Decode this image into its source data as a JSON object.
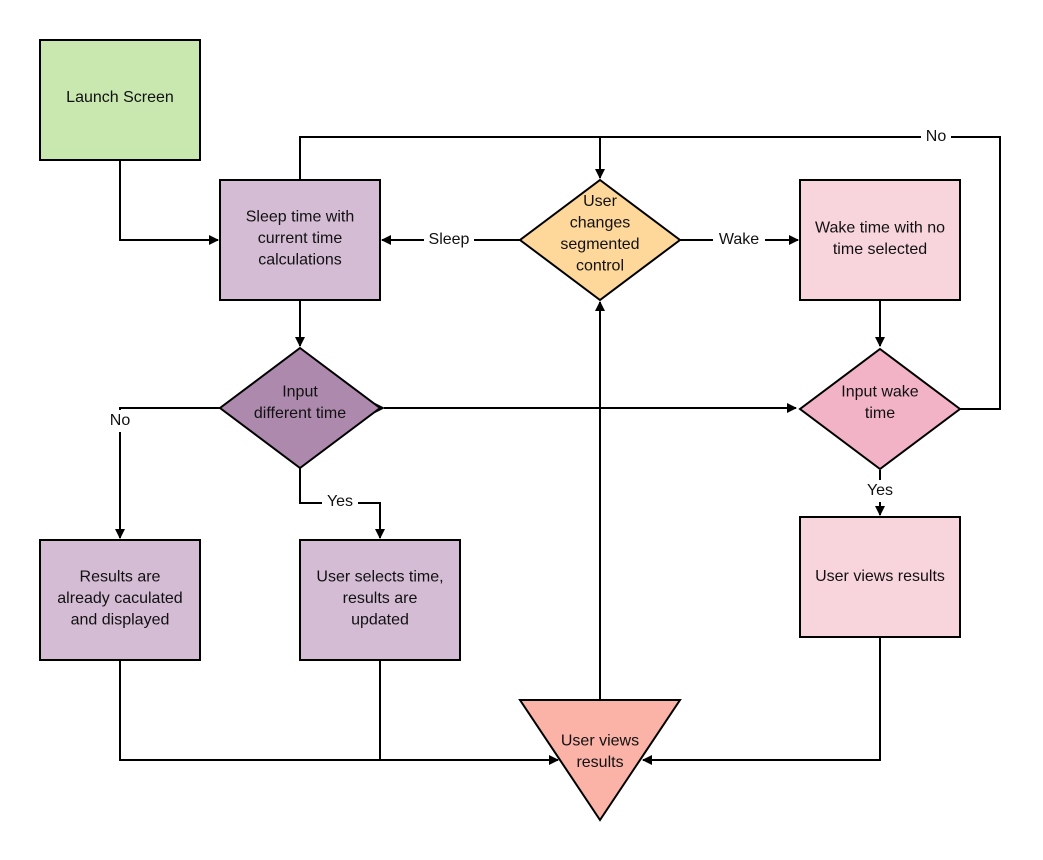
{
  "colors": {
    "launch": "#c9e8b0",
    "sleep_state": "#d4bcd4",
    "sleep_decision": "#ad8aad",
    "wake_state": "#f8d4dd",
    "wake_decision": "#f2b3c7",
    "segmented_decision": "#fed79a",
    "terminal": "#fbb3a8",
    "line": "#000000"
  },
  "nodes": {
    "launch": {
      "lines": [
        "Launch Screen"
      ]
    },
    "sleep_calc": {
      "lines": [
        "Sleep time with",
        "current time",
        "calculations"
      ]
    },
    "segmented": {
      "lines": [
        "User",
        "changes",
        "segmented",
        "control"
      ]
    },
    "wake_none": {
      "lines": [
        "Wake time with no",
        "time selected"
      ]
    },
    "input_diff": {
      "lines": [
        "Input",
        "different time"
      ]
    },
    "input_wake": {
      "lines": [
        "Input wake",
        "time"
      ]
    },
    "results_already": {
      "lines": [
        "Results are",
        "already caculated",
        "and displayed"
      ]
    },
    "user_selects": {
      "lines": [
        "User selects time,",
        "results are",
        "updated"
      ]
    },
    "views_right": {
      "lines": [
        "User views results"
      ]
    },
    "views_bottom": {
      "lines": [
        "User views",
        "results"
      ]
    }
  },
  "edge_labels": {
    "sleep": "Sleep",
    "wake": "Wake",
    "no_top": "No",
    "no_left": "No",
    "yes_left": "Yes",
    "yes_right": "Yes"
  }
}
